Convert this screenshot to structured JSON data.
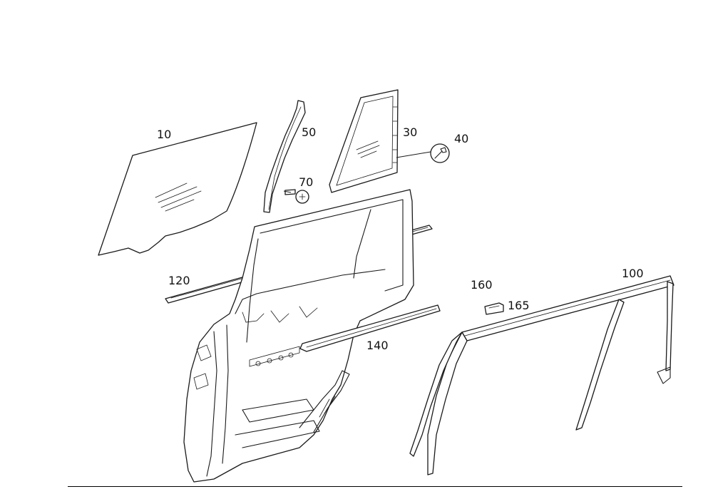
{
  "callouts": {
    "p10": "10",
    "p30": "30",
    "p40": "40",
    "p50": "50",
    "p70": "70",
    "p100": "100",
    "p120": "120",
    "p140": "140",
    "p160": "160",
    "p165": "165"
  }
}
